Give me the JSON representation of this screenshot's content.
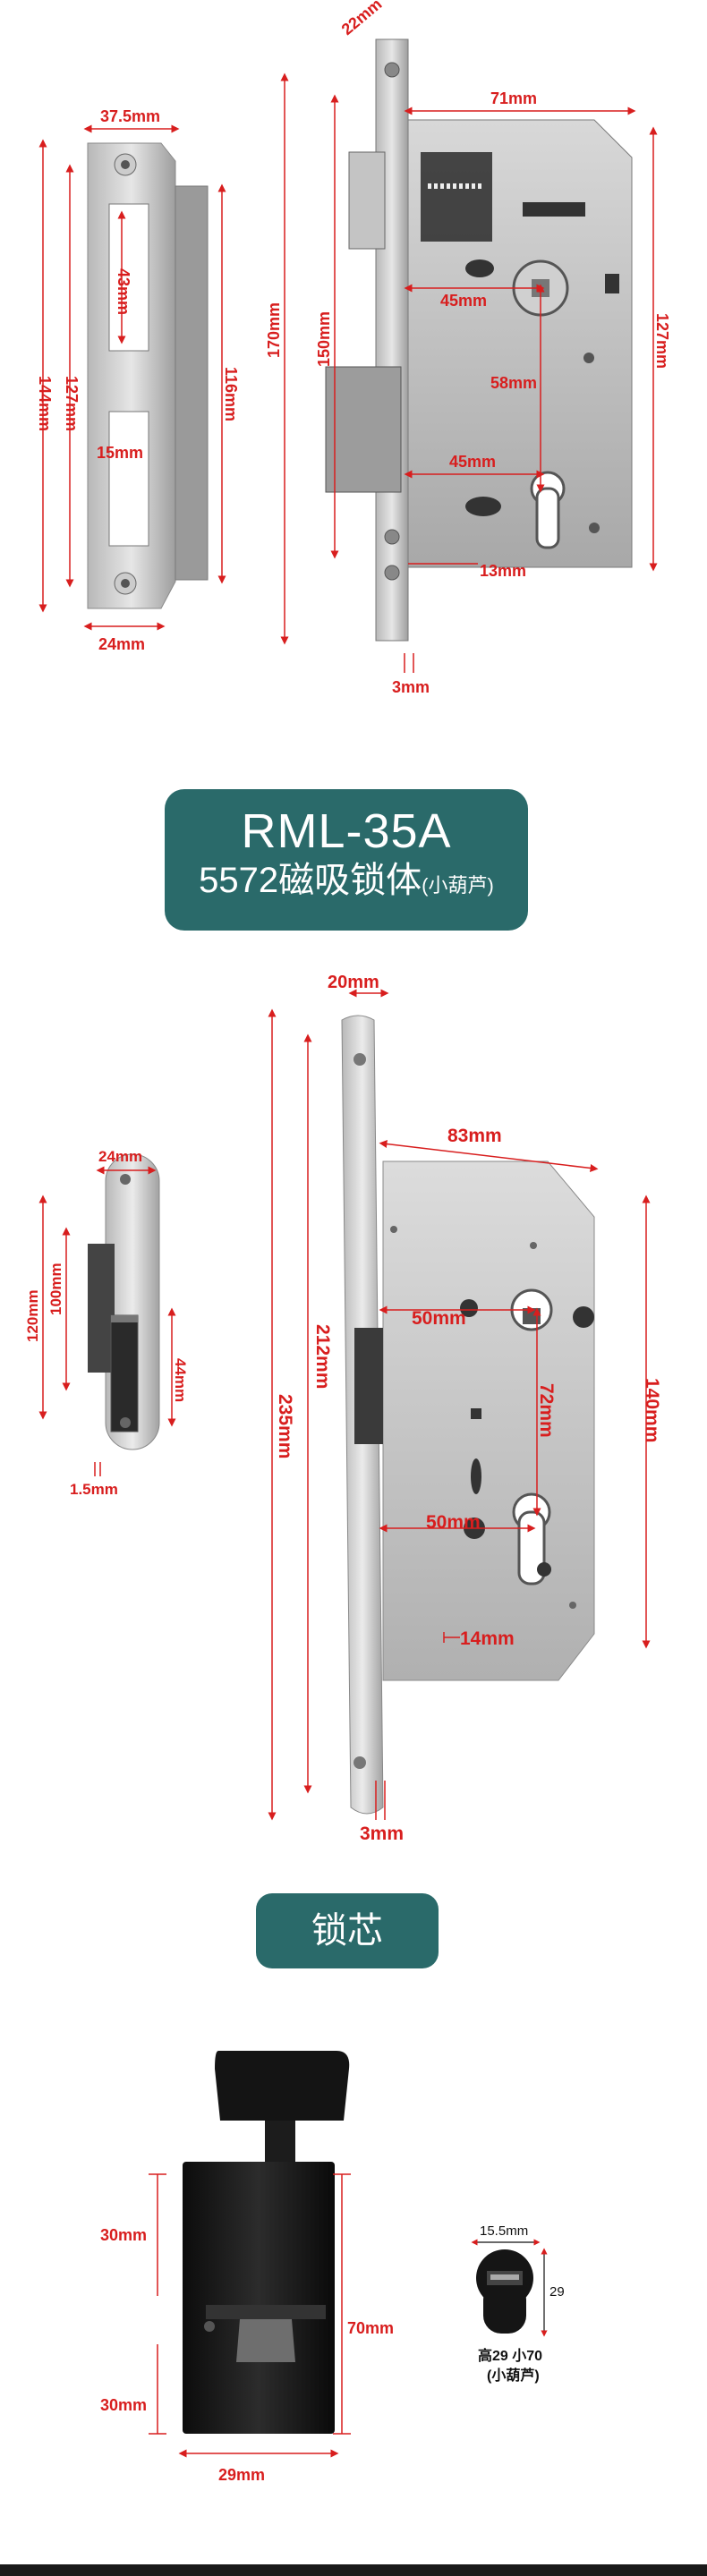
{
  "banner1": {
    "model": "RML-35A",
    "subtitle": "5572磁吸锁体",
    "subtitle_note": "(小葫芦)"
  },
  "banner2": {
    "label": "锁芯"
  },
  "lock1": {
    "strike": {
      "width": "37.5mm",
      "slot": "43mm",
      "gap": "15mm",
      "inner": "127mm",
      "outer": "144mm",
      "right": "116mm",
      "bottom": "24mm"
    },
    "body": {
      "top": "22mm",
      "depth": "71mm",
      "height": "170mm",
      "faceplate": "150mm",
      "backset1": "45mm",
      "backset2": "45mm",
      "center": "58mm",
      "case_h": "127mm",
      "edge": "13mm",
      "thick": "3mm"
    }
  },
  "lock2": {
    "strike": {
      "width": "24mm",
      "inner": "100mm",
      "outer": "120mm",
      "slot": "44mm",
      "thick": "1.5mm"
    },
    "body": {
      "top": "20mm",
      "depth": "83mm",
      "faceplate": "212mm",
      "total": "235mm",
      "backset1": "50mm",
      "backset2": "50mm",
      "center": "72mm",
      "case_h": "140mm",
      "edge": "14mm",
      "thick": "3mm"
    }
  },
  "cylinder": {
    "left_top": "30mm",
    "left_bottom": "30mm",
    "right": "70mm",
    "width": "29mm",
    "profile_width": "15.5mm",
    "profile_height": "29",
    "caption_line1": "高29 小70",
    "caption_line2": "(小葫芦)"
  }
}
